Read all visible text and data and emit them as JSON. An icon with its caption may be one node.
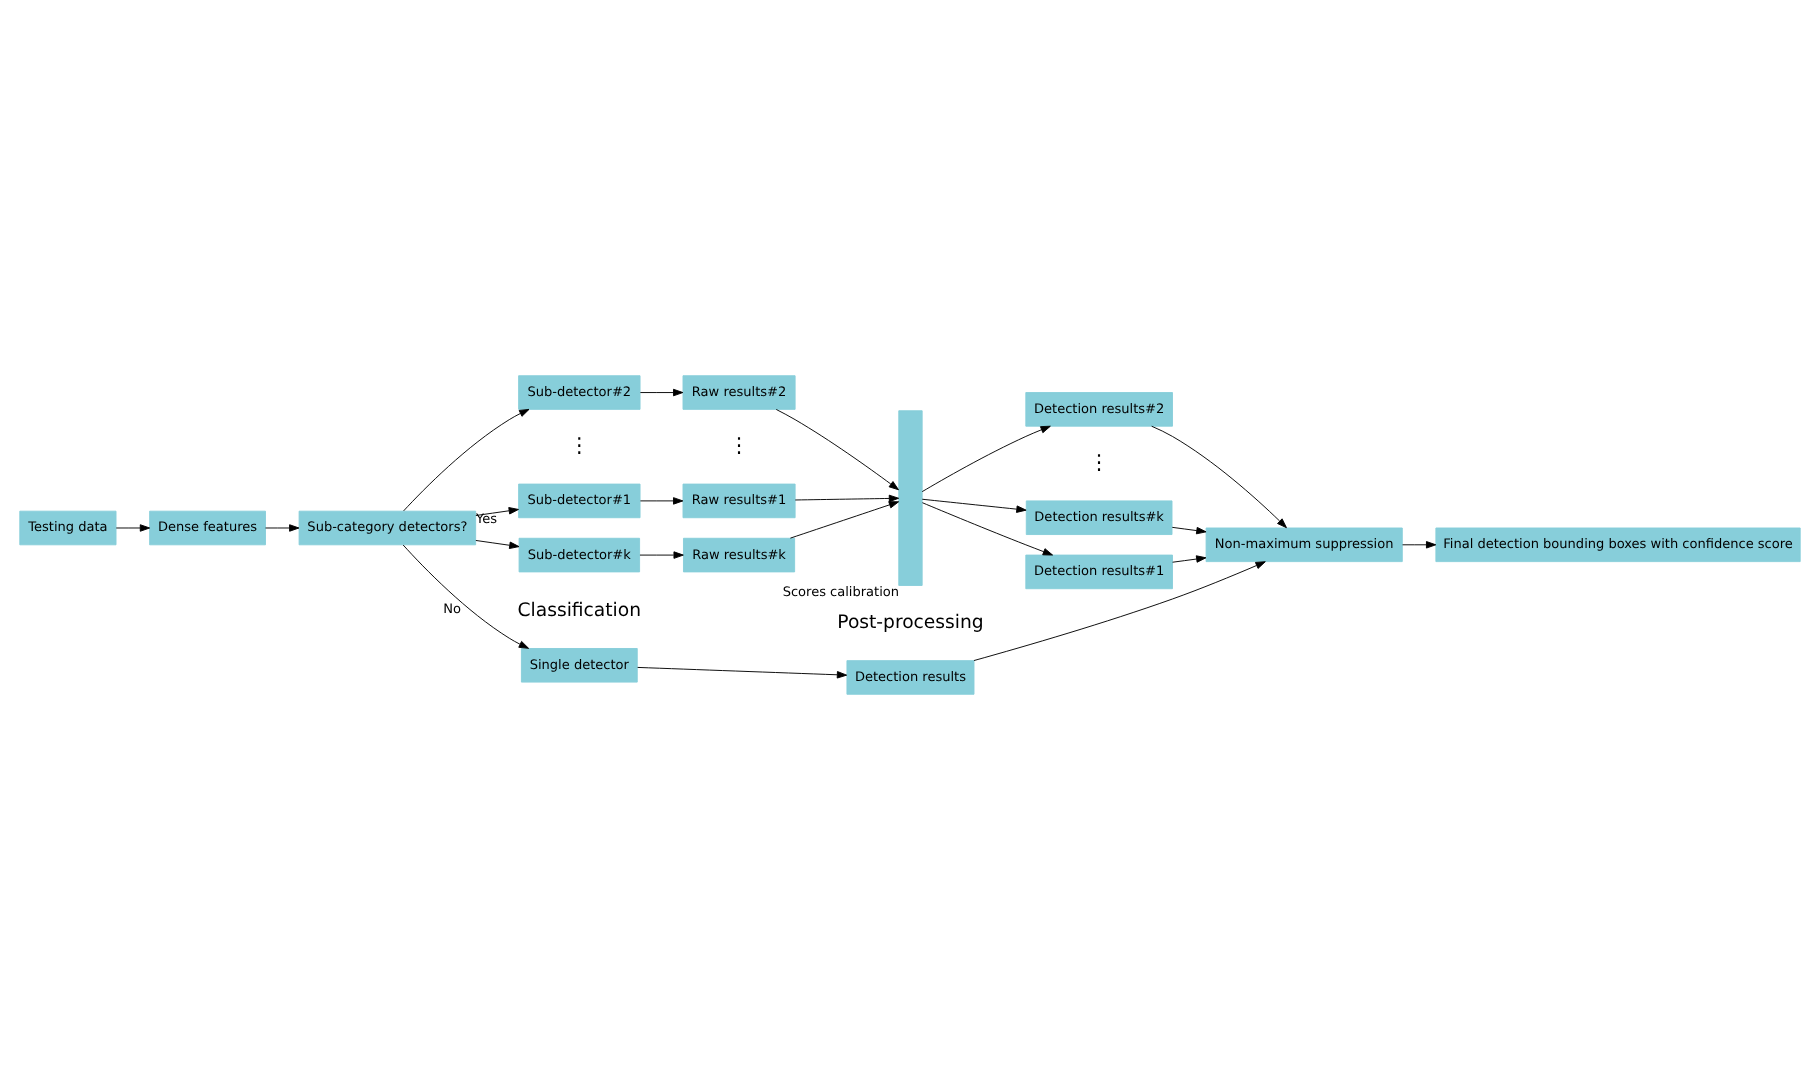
{
  "diagram": {
    "nodes": [
      {
        "text": [
          "Testing data"
        ]
      },
      {
        "text": [
          "Dense features"
        ]
      },
      {
        "text": [
          "Sub-category detectors?"
        ]
      },
      {
        "text": [
          "Single detector"
        ]
      },
      {
        "text": [
          "Detection results"
        ]
      },
      {
        "text": [
          "Non-maximum suppression"
        ]
      },
      {
        "text": [
          "Sub-detector#1"
        ]
      },
      {
        "text": [
          "Raw results#1"
        ]
      },
      {
        "text": [
          "Sub-detector#2"
        ]
      },
      {
        "text": [
          "Raw results#2"
        ]
      },
      {
        "text": [
          "Sub-detector#k"
        ]
      },
      {
        "text": [
          "Raw results#k"
        ]
      },
      {
        "text": [
          "Scores calibration"
        ]
      },
      {
        "text": [
          "Detection results#1"
        ]
      },
      {
        "text": [
          "Detection results#2"
        ]
      },
      {
        "text": [
          "Detection results#k"
        ]
      },
      {
        "text": [
          "Final detection bounding boxes with confidence score"
        ]
      }
    ],
    "edges": [
      {
        "from": 0,
        "to": 1,
        "arrow": "to"
      },
      {
        "from": 1,
        "to": 2,
        "arrow": "to"
      },
      {
        "from": 2,
        "to": 3,
        "arrow": "to",
        "label": "No"
      },
      {
        "from": 3,
        "to": 4,
        "arrow": "to"
      },
      {
        "from": 4,
        "to": 5,
        "arrow": "to"
      },
      {
        "from": 2,
        "to": 6,
        "arrow": "to",
        "label": "Yes"
      },
      {
        "from": 2,
        "to": 8,
        "arrow": "to"
      },
      {
        "from": 2,
        "to": 10,
        "arrow": "to"
      },
      {
        "from": 6,
        "to": 7,
        "arrow": "to"
      },
      {
        "from": 8,
        "to": 9,
        "arrow": "to"
      },
      {
        "from": 10,
        "to": 11,
        "arrow": "to"
      },
      {
        "from": 7,
        "to": 12,
        "arrow": "to"
      },
      {
        "from": 9,
        "to": 12,
        "arrow": "to"
      },
      {
        "from": 11,
        "to": 12,
        "arrow": "to"
      },
      {
        "from": 12,
        "to": 13,
        "arrow": "to"
      },
      {
        "from": 12,
        "to": 14,
        "arrow": "to"
      },
      {
        "from": 12,
        "to": 15,
        "arrow": "to"
      },
      {
        "from": 13,
        "to": 5,
        "arrow": "to"
      },
      {
        "from": 14,
        "to": 5,
        "arrow": "to"
      },
      {
        "from": 15,
        "to": 5,
        "arrow": "to"
      },
      {
        "from": 5,
        "to": 16,
        "arrow": "to"
      }
    ],
    "labels": [
      "Classification",
      "Post-processing",
      "⋮",
      "⋮",
      "⋮"
    ]
  }
}
